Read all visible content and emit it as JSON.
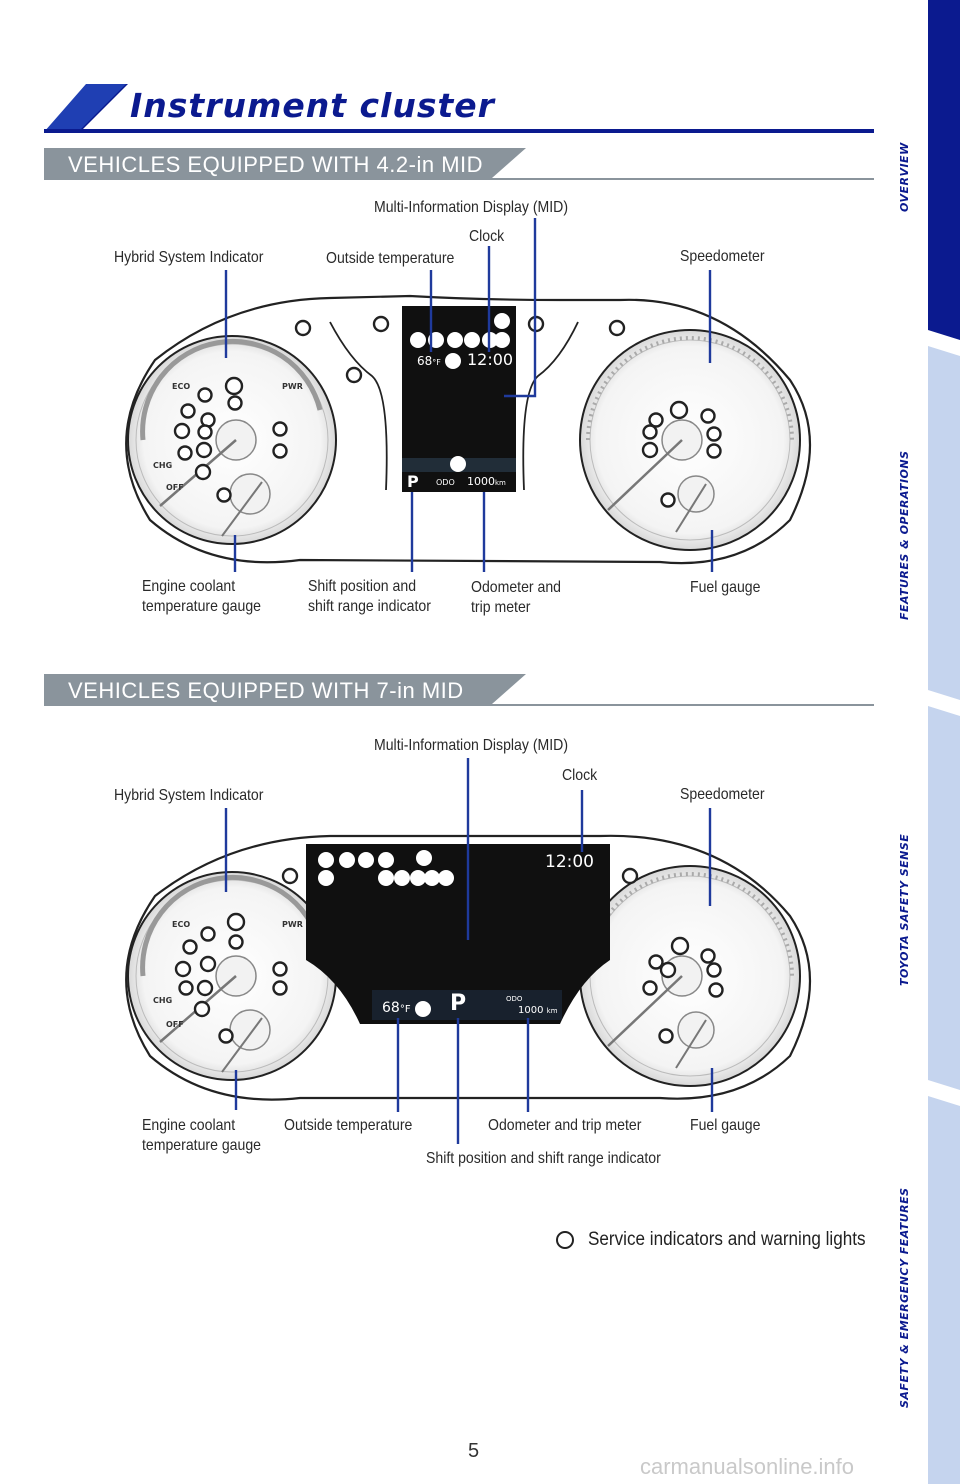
{
  "page_title": "Instrument cluster",
  "page_number": "5",
  "watermark": "carmanualsonline.info",
  "sidebar_tabs": [
    "OVERVIEW",
    "FEATURES & OPERATIONS",
    "TOYOTA SAFETY SENSE",
    "SAFETY & EMERGENCY FEATURES"
  ],
  "section1": {
    "heading": "VEHICLES EQUIPPED WITH 4.2-in MID",
    "labels": {
      "mid": "Multi-Information Display (MID)",
      "clock": "Clock",
      "hybrid": "Hybrid System Indicator",
      "outside_temp": "Outside temperature",
      "speedometer": "Speedometer",
      "engine_coolant_1": "Engine coolant",
      "engine_coolant_2": "temperature gauge",
      "shift_1": "Shift position and",
      "shift_2": "shift range indicator",
      "odometer_1": "Odometer and",
      "odometer_2": "trip meter",
      "fuel": "Fuel gauge"
    },
    "display": {
      "temp": "68",
      "temp_unit": "°F",
      "time": "12:00",
      "gear": "P",
      "odo_label": "ODO",
      "odo_value": "1000",
      "odo_unit": "km"
    }
  },
  "section2": {
    "heading": "VEHICLES EQUIPPED WITH 7-in MID",
    "labels": {
      "mid": "Multi-Information Display (MID)",
      "clock": "Clock",
      "hybrid": "Hybrid System Indicator",
      "speedometer": "Speedometer",
      "engine_coolant_1": "Engine coolant",
      "engine_coolant_2": "temperature gauge",
      "outside_temp": "Outside temperature",
      "odometer": "Odometer and trip meter",
      "fuel": "Fuel gauge",
      "shift": "Shift position and shift range indicator"
    },
    "display": {
      "temp": "68",
      "temp_unit": "°F",
      "time": "12:00",
      "gear": "P",
      "odo_label": "ODO",
      "odo_value": "1000",
      "odo_unit": "km"
    }
  },
  "gauge_marks": {
    "eco": "ECO",
    "pwr": "PWR",
    "chg": "CHG",
    "off": "OFF"
  },
  "legend": "Service indicators and warning lights",
  "colors": {
    "brand_blue": "#0b1a8f",
    "line_blue": "#1f3a9c",
    "section_gray": "#8a949c",
    "sidebar_light": "#c5d4ee"
  }
}
